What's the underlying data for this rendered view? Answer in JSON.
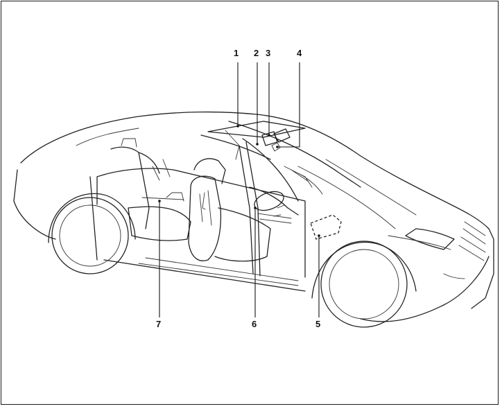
{
  "diagram": {
    "callouts": [
      {
        "id": "1",
        "label": "1"
      },
      {
        "id": "2",
        "label": "2"
      },
      {
        "id": "3",
        "label": "3"
      },
      {
        "id": "4",
        "label": "4"
      },
      {
        "id": "5",
        "label": "5"
      },
      {
        "id": "6",
        "label": "6"
      },
      {
        "id": "7",
        "label": "7"
      }
    ]
  },
  "colors": {
    "line": "#222222",
    "background": "#ffffff",
    "frame": "#1a1a1a"
  }
}
